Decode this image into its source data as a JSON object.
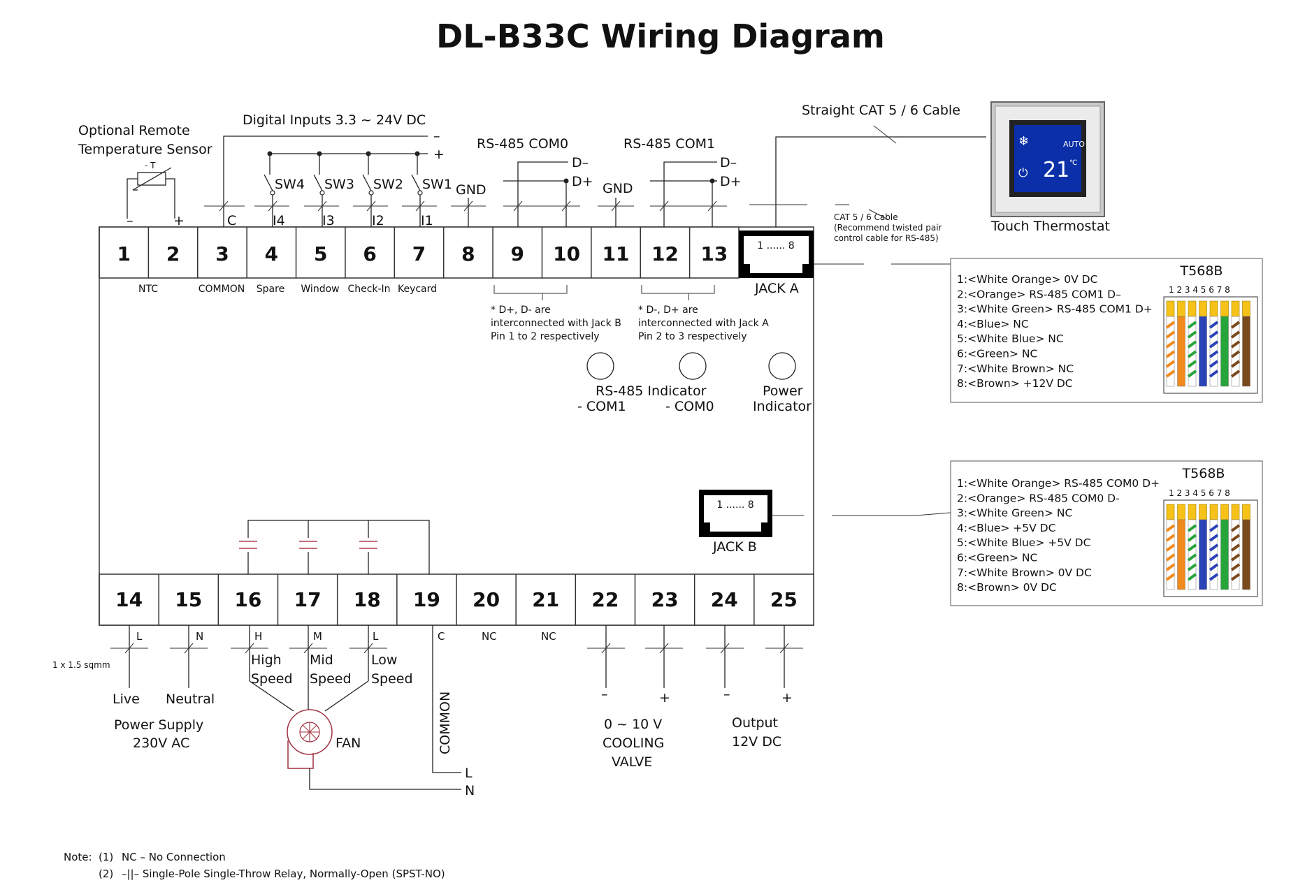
{
  "title": "DL-B33C Wiring Diagram",
  "sensor": {
    "line1": "Optional Remote",
    "line2": "Temperature Sensor",
    "symbol": "- T",
    "minus": "–",
    "plus": "+"
  },
  "digital_inputs": {
    "label": "Digital Inputs 3.3 ~ 24V DC",
    "minus": "–",
    "plus": "+"
  },
  "switches": [
    "SW4",
    "SW3",
    "SW2",
    "SW1"
  ],
  "input_labels": [
    "C",
    "I4",
    "I3",
    "I2",
    "I1"
  ],
  "gnd": "GND",
  "rs485": {
    "com0": "RS-485 COM0",
    "com1": "RS-485 COM1",
    "d_minus": "D–",
    "d_plus": "D+",
    "note_com0": [
      "*  D+, D-  are",
      "interconnected with Jack B",
      "Pin 1 to 2 respectively"
    ],
    "note_com1": [
      "*  D-, D+  are",
      "interconnected with Jack A",
      "Pin 2 to 3 respectively"
    ]
  },
  "top_terminals": [
    "1",
    "2",
    "3",
    "4",
    "5",
    "6",
    "7",
    "8",
    "9",
    "10",
    "11",
    "12",
    "13"
  ],
  "top_terminal_labels": [
    "NTC",
    "COMMON",
    "Spare",
    "Window",
    "Check-In",
    "Keycard"
  ],
  "jack_a": {
    "label": "JACK A",
    "pins": "1 ...... 8"
  },
  "jack_b": {
    "label": "JACK B",
    "pins": "1 ...... 8"
  },
  "indicators": {
    "rs485_label": "RS-485 Indicator",
    "com1": "- COM1",
    "com0": "- COM0",
    "power1": "Power",
    "power2": "Indicator"
  },
  "cable": {
    "label": "Straight CAT 5 / 6 Cable",
    "note": [
      "CAT 5 / 6 Cable",
      "(Recommend twisted pair",
      "control cable for RS-485)"
    ]
  },
  "thermostat": {
    "label": "Touch Thermostat",
    "temp": "21",
    "unit": "℃",
    "mode": "AUTO"
  },
  "t568b_a": {
    "title": "T568B",
    "pin_numbers": "1 2 3 4 5 6 7 8",
    "pins": [
      "1:<White Orange> 0V  DC",
      "2:<Orange> RS-485 COM1 D–",
      "3:<White Green> RS-485 COM1 D+",
      "4:<Blue> NC",
      "5:<White Blue> NC",
      "6:<Green> NC",
      "7:<White Brown> NC",
      "8:<Brown> +12V  DC"
    ]
  },
  "t568b_b": {
    "title": "T568B",
    "pin_numbers": "1 2 3 4 5 6 7 8",
    "pins": [
      "1:<White Orange>  RS-485 COM0 D+",
      "2:<Orange> RS-485 COM0 D-",
      "3:<White Green> NC",
      "4:<Blue> +5V  DC",
      "5:<White Blue> +5V  DC",
      "6:<Green> NC",
      "7:<White Brown> 0V  DC",
      "8:<Brown>  0V  DC"
    ]
  },
  "bottom_terminals": [
    "14",
    "15",
    "16",
    "17",
    "18",
    "19",
    "20",
    "21",
    "22",
    "23",
    "24",
    "25"
  ],
  "bottom_terminal_labels": [
    "L",
    "N",
    "H",
    "M",
    "L",
    "C",
    "NC",
    "NC"
  ],
  "wire_size": "1 x 1.5 sqmm",
  "power": {
    "live": "Live",
    "neutral": "Neutral",
    "label1": "Power Supply",
    "label2": "230V AC"
  },
  "fan": {
    "high1": "High",
    "high2": "Speed",
    "mid1": "Mid",
    "mid2": "Speed",
    "low1": "Low",
    "low2": "Speed",
    "label": "FAN"
  },
  "common": {
    "label": "COMMON",
    "l": "L",
    "n": "N"
  },
  "valve": {
    "minus": "–",
    "plus": "+",
    "line1": "0 ~ 10 V",
    "line2": "COOLING",
    "line3": "VALVE"
  },
  "output": {
    "minus": "–",
    "plus": "+",
    "line1": "Output",
    "line2": "12V DC"
  },
  "notes": {
    "prefix": "Note:",
    "n1_num": "(1)",
    "n1": "NC – No Connection",
    "n2_num": "(2)",
    "n2": "–||–  Single-Pole Single-Throw Relay, Normally-Open (SPST-NO)"
  },
  "colors": {
    "wire": "#222222",
    "capacitor": "#b04050",
    "fan": "#a03040",
    "thermostat_screen": "#0a2fa8",
    "orange": "#f08a1c",
    "green": "#27a53a",
    "blue": "#2b43b8",
    "brown": "#7a4a1c",
    "yellow": "#f6c21a"
  }
}
